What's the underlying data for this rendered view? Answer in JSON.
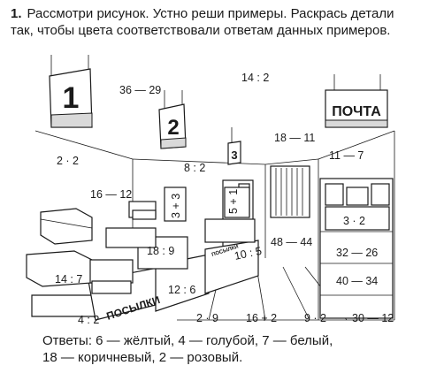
{
  "task": {
    "number": "1.",
    "text": "Рассмотри рисунок. Устно реши примеры. Раскрась детали так, чтобы цвета соответствовали ответам данных примеров."
  },
  "scene": {
    "signs": {
      "one": "1",
      "two": "2",
      "three": "3",
      "post": "ПОЧТА"
    },
    "labels": {
      "parcels": "ПОСЫЛКИ",
      "parcels_small": "ПОСЫЛКИ"
    },
    "expressions": {
      "e_36_29": "36 — 29",
      "e_14_2": "14 : 2",
      "e_2_2": "2 · 2",
      "e_18_11": "18 — 11",
      "e_11_7": "11 — 7",
      "e_8_2": "8 : 2",
      "e_16_12": "16 — 12",
      "e_3_3": "3 + 3",
      "e_5_1": "5 + 1",
      "e_3x2": "3 · 2",
      "e_18_9": "18 : 9",
      "e_10_5": "10 : 5",
      "e_48_44": "48 — 44",
      "e_32_26": "32 — 26",
      "e_14_7": "14 : 7",
      "e_12_6": "12 : 6",
      "e_40_34": "40 — 34",
      "e_4_2": "4 : 2",
      "e_2_9": "2 · 9",
      "e_16_2": "16 + 2",
      "e_9_2": "9 · 2",
      "e_30_12": "30 — 12"
    }
  },
  "answers": {
    "line1": "Ответы: 6 — жёлтый, 4 — голубой, 7 — белый,",
    "line2": "18 — коричневый, 2 — розовый."
  }
}
